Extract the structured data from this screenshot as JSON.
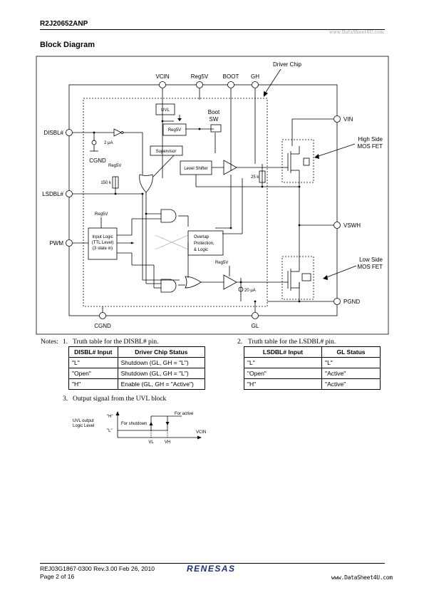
{
  "header": {
    "part_number": "R2J20652ANP",
    "watermark": "www.DataSheet4U.com"
  },
  "section_title": "Block Diagram",
  "diagram": {
    "chip_label": "Driver Chip",
    "top_pins": [
      "VCIN",
      "Reg5V",
      "BOOT",
      "GH"
    ],
    "left_pins": [
      "DISBL#",
      "LSDBL#",
      "PWM"
    ],
    "right_pins": [
      "VIN",
      "VSWH",
      "PGND"
    ],
    "bottom_pins": [
      "CGND",
      "GL"
    ],
    "blocks": {
      "uvl": "UVL",
      "reg5v": "Reg5V",
      "supervisor": "Supervisor",
      "level_shifter": "Level Shifter",
      "boot_sw_1": "Boot",
      "boot_sw_2": "SW",
      "input_logic_1": "Input Logic",
      "input_logic_2": "(TTL Level)",
      "input_logic_3": "(3 state in)",
      "overlap_1": "Overlap",
      "overlap_2": "Protection,",
      "overlap_3": "& Logic"
    },
    "small_labels": {
      "cur_2ua": "2 µA",
      "cgnd_inner": "CGND",
      "reg5v_a": "Reg5V",
      "r150k": "150 k",
      "reg5v_b": "Reg5V",
      "reg5v_c": "Reg5V",
      "r25k": "25 k",
      "cur_20ua": "20 µA"
    },
    "fet_labels": {
      "high_1": "High Side",
      "high_2": "MOS FET",
      "low_1": "Low Side",
      "low_2": "MOS FET"
    }
  },
  "notes": {
    "prefix": "Notes:",
    "note1": {
      "num": "1.",
      "title": "Truth table for the DISBL# pin.",
      "headers": [
        "DISBL# Input",
        "Driver Chip Status"
      ],
      "rows": [
        [
          "\"L\"",
          "Shutdown (GL, GH = \"L\")"
        ],
        [
          "\"Open\"",
          "Shutdown (GL, GH = \"L\")"
        ],
        [
          "\"H\"",
          "Enable (GL, GH = \"Active\")"
        ]
      ]
    },
    "note2": {
      "num": "2.",
      "title": "Truth table for the LSDBL# pin.",
      "headers": [
        "LSDBL# Input",
        "GL Status"
      ],
      "rows": [
        [
          "\"L\"",
          "\"L\""
        ],
        [
          "\"Open\"",
          "\"Active\""
        ],
        [
          "\"H\"",
          "\"Active\""
        ]
      ]
    },
    "note3": {
      "num": "3.",
      "title": "Output signal from the UVL block",
      "ylabel_1": "UVL output",
      "ylabel_2": "Logic Level",
      "h": "\"H\"",
      "l": "\"L\"",
      "for_active": "For active",
      "for_shutdown": "For shutdown",
      "vl": "VL",
      "vh": "VH",
      "vcin": "VCIN"
    }
  },
  "footer": {
    "doc_line": "REJ03G1867-0300  Rev.3.00  Feb 26, 2010",
    "page_line": "Page 2 of 16",
    "logo": "RENESAS",
    "watermark": "www.DataSheet4U.com"
  }
}
